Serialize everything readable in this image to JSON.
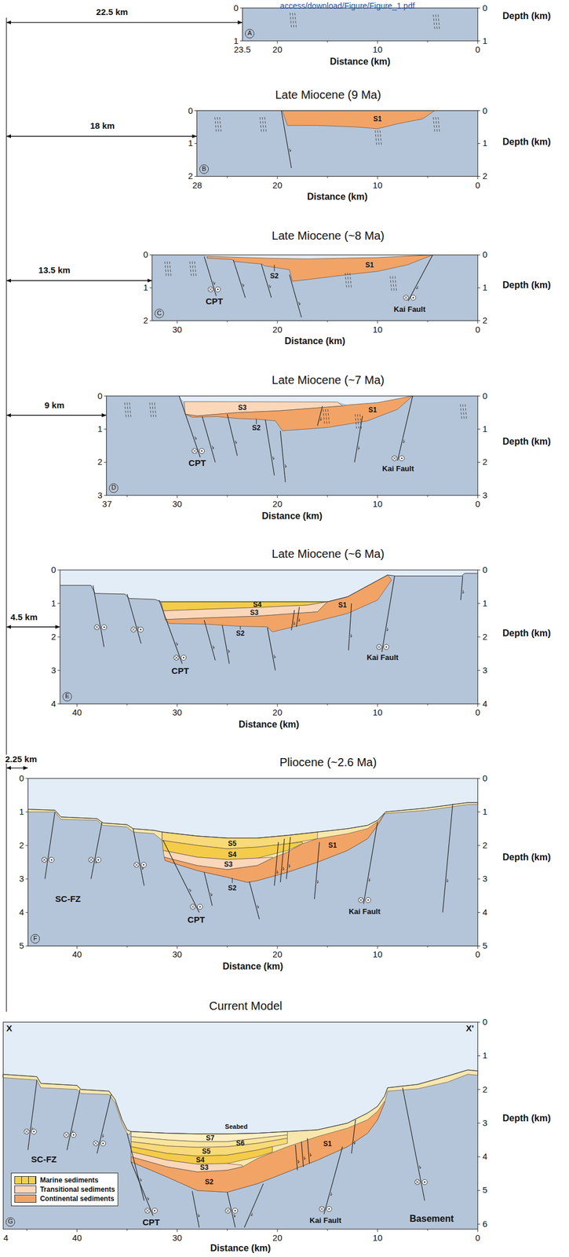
{
  "diagram": {
    "labels": [
      "access/download/Figure/Figure_1.pdf",
      "22.5 km",
      "0",
      "1",
      "0",
      "1",
      "Depth (km)",
      "A",
      "23.5",
      "20",
      "10",
      "0",
      "Distance (km)",
      "Late Miocene (9 Ma)",
      "18 km",
      "0",
      "1",
      "2",
      "0",
      "1",
      "2",
      "Depth (km)",
      "S1",
      "B",
      "28",
      "20",
      "10",
      "0",
      "Distance (km)",
      "Late Miocene (~8 Ma)",
      "13.5 km",
      "0",
      "1",
      "2",
      "0",
      "1",
      "2",
      "Depth (km)",
      "S1",
      "S2",
      "CPT",
      "Kai Fault",
      "C",
      "30",
      "20",
      "10",
      "0",
      "Distance (km)",
      "Late Miocene (~7 Ma)",
      "9 km",
      "0",
      "1",
      "2",
      "3",
      "0",
      "1",
      "2",
      "3",
      "Depth (km)",
      "S3",
      "S1",
      "S2",
      "CPT",
      "Kai Fault",
      "D",
      "37",
      "30",
      "20",
      "10",
      "0",
      "Distance (km)",
      "Late Miocene (~6 Ma)",
      "4.5 km",
      "0",
      "1",
      "2",
      "3",
      "4",
      "0",
      "1",
      "2",
      "3",
      "4",
      "Depth (km)",
      "S4",
      "S1",
      "S3",
      "S2",
      "Kai Fault",
      "CPT",
      "E",
      "40",
      "30",
      "20",
      "10",
      "0",
      "Distance (km)",
      "Pliocene (~2.6 Ma)",
      "2.25 km",
      "0",
      "1",
      "2",
      "3",
      "4",
      "5",
      "0",
      "1",
      "2",
      "3",
      "4",
      "5",
      "Depth (km)",
      "S5",
      "S1",
      "S4",
      "S3",
      "S2",
      "SC-FZ",
      "Kai Fault",
      "CPT",
      "F",
      "40",
      "30",
      "20",
      "10",
      "0",
      "Distance (km)",
      "Current Model",
      "X",
      "X'",
      "0",
      "1",
      "2",
      "3",
      "4",
      "5",
      "6",
      "Depth (km)",
      "Seabed",
      "S7",
      "S6",
      "S1",
      "S5",
      "S4",
      "S3",
      "S2",
      "SC-FZ",
      "CPT",
      "Kai Fault",
      "Basement",
      "G",
      "4",
      "40",
      "30",
      "20",
      "10",
      "0",
      "Distance (km)"
    ],
    "legend": [
      {
        "text": "Marine sediments",
        "color": "#f5d04e"
      },
      {
        "text": "Transitional sediments",
        "color": "#fbd7ba"
      },
      {
        "text": "Continental sediments",
        "color": "#f2a467"
      }
    ]
  }
}
